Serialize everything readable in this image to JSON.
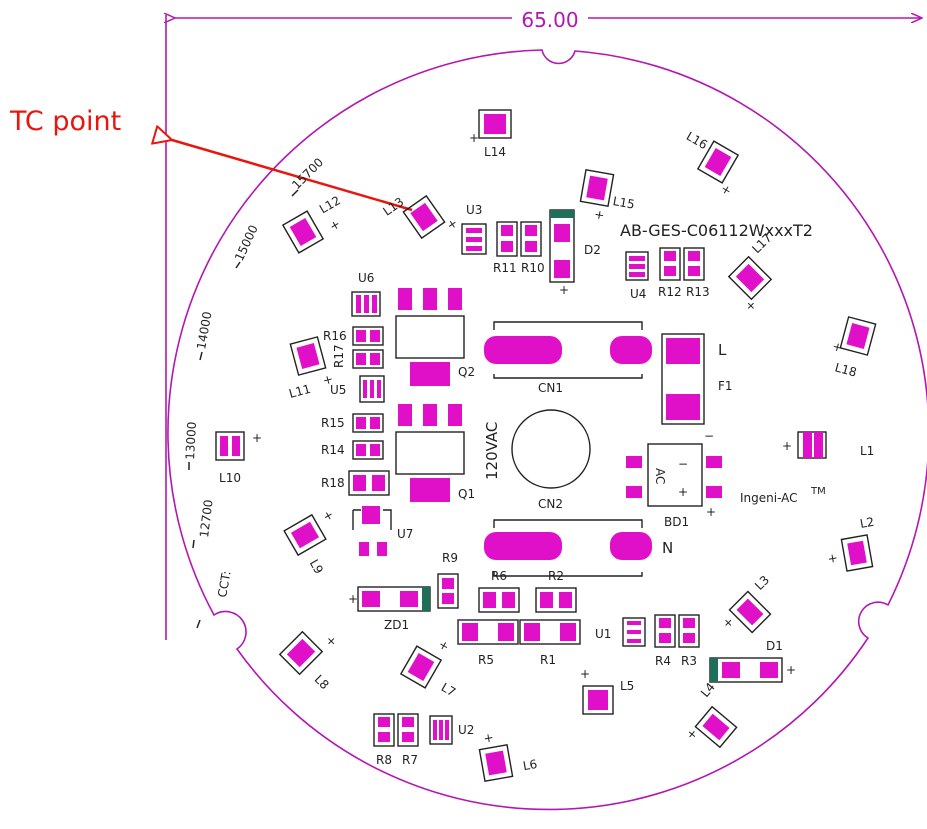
{
  "dimension": {
    "value": "65.00"
  },
  "callout": {
    "label": "TC point",
    "color": "#e8160c"
  },
  "colors": {
    "board_edge": "#b317b3",
    "pad": "#e010c8",
    "silkscreen": "#222222"
  },
  "board": {
    "part_number": "AB-GES-C06112WxxxT2",
    "brand": "Ingeni-AC",
    "trademark": "TM",
    "voltage": "120VAC",
    "cct_label": "CCT:",
    "cct_values": [
      "12700",
      "13000",
      "14000",
      "15000",
      "15700"
    ],
    "markers": {
      "line": "L",
      "neutral": "N"
    }
  },
  "components": {
    "leds": [
      "L1",
      "L2",
      "L3",
      "L4",
      "L5",
      "L6",
      "L7",
      "L8",
      "L9",
      "L10",
      "L11",
      "L12",
      "L13",
      "L14",
      "L15",
      "L16",
      "L17",
      "L18"
    ],
    "resistors": [
      "R1",
      "R2",
      "R3",
      "R4",
      "R5",
      "R6",
      "R7",
      "R8",
      "R9",
      "R10",
      "R11",
      "R12",
      "R13",
      "R14",
      "R15",
      "R16",
      "R17",
      "R18"
    ],
    "ics": [
      "U1",
      "U2",
      "U3",
      "U4",
      "U5",
      "U6",
      "U7"
    ],
    "transistors": [
      "Q1",
      "Q2"
    ],
    "connectors": [
      "CN1",
      "CN2"
    ],
    "diodes": [
      "D1",
      "D2"
    ],
    "fuse": "F1",
    "bridge": "BD1",
    "zener": "ZD1",
    "bridge_marks": {
      "ac": "AC",
      "minus": "−",
      "plus": "+"
    }
  }
}
